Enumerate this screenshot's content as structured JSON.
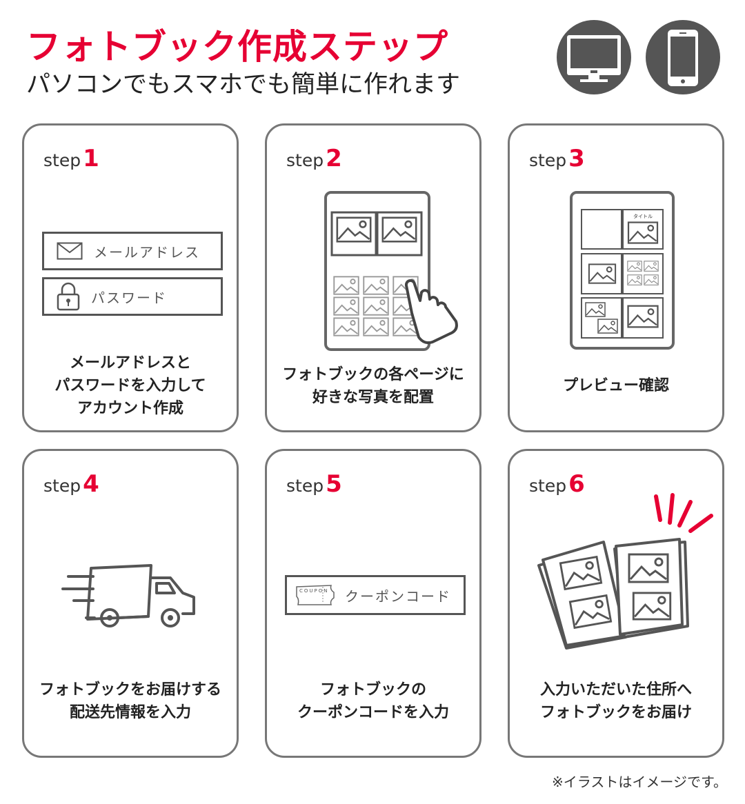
{
  "header": {
    "title": "フォトブック作成ステップ",
    "subtitle": "パソコンでもスマホでも簡単に作れます"
  },
  "devices": [
    "desktop-icon",
    "smartphone-icon"
  ],
  "step_prefix": "step",
  "steps": [
    {
      "num": "1",
      "desc": [
        "メールアドレスと",
        "パスワードを入力して",
        "アカウント作成"
      ],
      "fields": {
        "email": "メールアドレス",
        "password": "パスワード"
      }
    },
    {
      "num": "2",
      "desc": [
        "フォトブックの各ページに",
        "好きな写真を配置"
      ]
    },
    {
      "num": "3",
      "desc": [
        "プレビュー確認"
      ],
      "preview_title": "タイトル"
    },
    {
      "num": "4",
      "desc": [
        "フォトブックをお届けする",
        "配送先情報を入力"
      ]
    },
    {
      "num": "5",
      "desc": [
        "フォトブックの",
        "クーポンコードを入力"
      ],
      "coupon_label": "クーポンコード",
      "coupon_tag": "COUPON"
    },
    {
      "num": "6",
      "desc": [
        "入力いただいた住所へ",
        "フォトブックをお届け"
      ]
    }
  ],
  "note": "※イラストはイメージです。",
  "colors": {
    "accent": "#e60033",
    "gray": "#555555"
  }
}
